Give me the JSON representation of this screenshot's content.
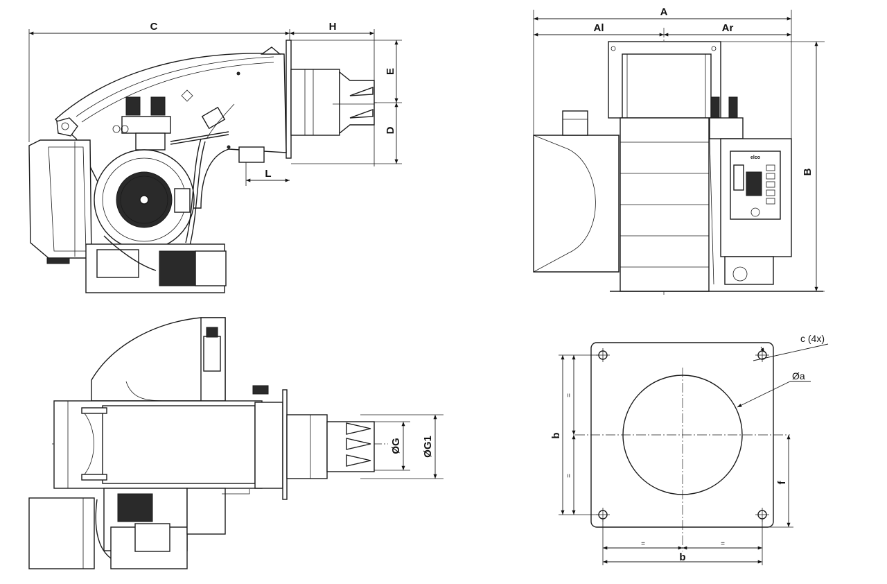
{
  "side_view": {
    "dimensions": {
      "C": "C",
      "H": "H",
      "E": "E",
      "D": "D",
      "L": "L"
    }
  },
  "front_view": {
    "dimensions": {
      "A": "A",
      "Al": "Al",
      "Ar": "Ar",
      "B": "B"
    },
    "controller_brand": "elco"
  },
  "top_view": {
    "dimensions": {
      "G": "ØG",
      "G1": "ØG1"
    }
  },
  "flange_view": {
    "dimensions": {
      "holes": "c (4x)",
      "bore": "Øa",
      "b_vertical": "b",
      "b_horizontal": "b",
      "f": "f",
      "equal_marks": [
        "=",
        "=",
        "=",
        "="
      ]
    }
  }
}
